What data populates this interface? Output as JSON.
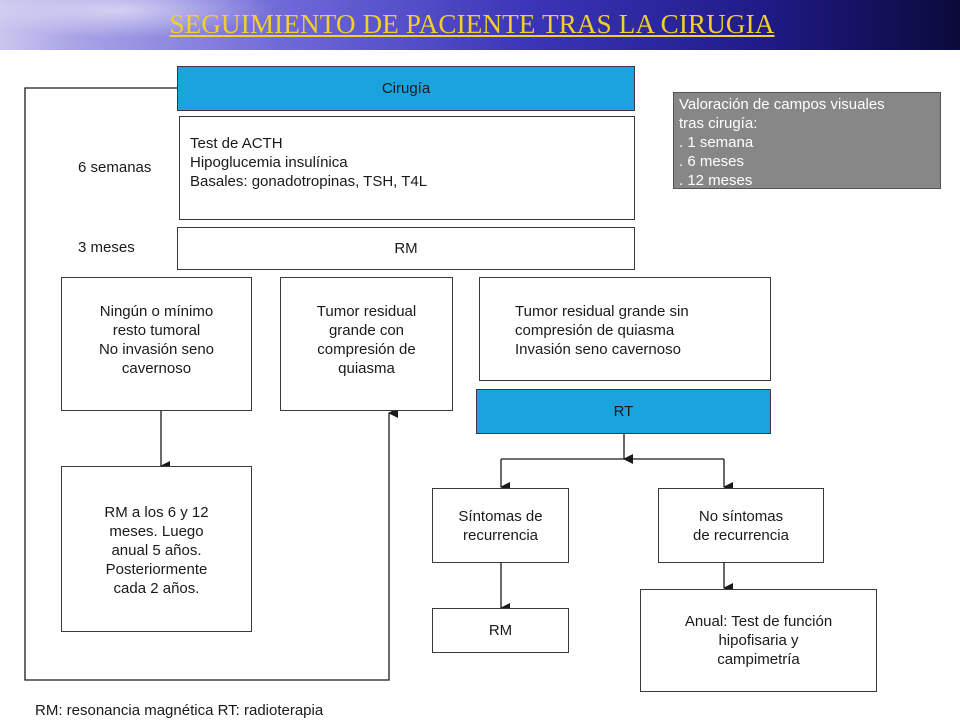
{
  "title": "SEGUIMIENTO DE PACIENTE TRAS LA CIRUGIA",
  "colors": {
    "blue_box": "#1ba3de",
    "gray_box": "#878787",
    "title": "#f2cf2a"
  },
  "labels": {
    "six_weeks": "6 semanas",
    "three_months": "3 meses"
  },
  "nodes": {
    "cirugia": "Cirugía",
    "tests": [
      "Test de ACTH",
      "Hipoglucemia insulínica",
      "Basales: gonadotropinas, TSH, T4L"
    ],
    "rm_main": "RM",
    "no_residual": [
      "Ningún o mínimo",
      "resto tumoral",
      "No invasión seno",
      "cavernoso"
    ],
    "residual_compression": [
      "Tumor residual",
      "grande con",
      "compresión de",
      "quiasma"
    ],
    "residual_no_compression": [
      "Tumor residual grande sin",
      "compresión de quiasma",
      "Invasión seno cavernoso"
    ],
    "rt": "RT",
    "rm_followup": [
      "RM a los 6 y 12",
      "meses. Luego",
      "anual 5 años.",
      "Posteriormente",
      "cada 2 años."
    ],
    "symptoms": [
      "Síntomas de",
      "recurrencia"
    ],
    "no_symptoms": [
      "No síntomas",
      "de recurrencia"
    ],
    "rm_after_symptoms": "RM",
    "annual": [
      "Anual: Test de función",
      "hipofisaria y",
      "campimetría"
    ]
  },
  "visual_fields": [
    "Valoración de campos visuales",
    "tras cirugía:",
    ". 1 semana",
    ". 6 meses",
    ". 12 meses"
  ],
  "legend": "RM: resonancia magnética RT: radioterapia"
}
